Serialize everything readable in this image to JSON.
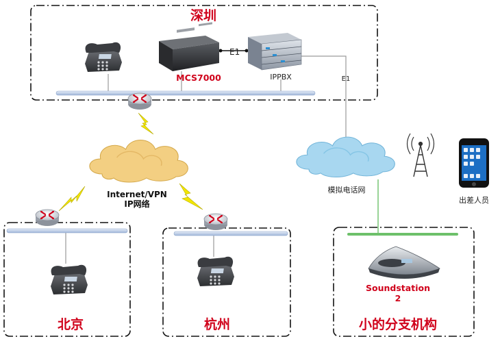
{
  "sites": {
    "shenzhen": {
      "title": "深圳"
    },
    "beijing": {
      "title": "北京"
    },
    "hangzhou": {
      "title": "杭州"
    },
    "branch": {
      "title": "小的分支机构"
    }
  },
  "devices": {
    "mcs": {
      "label": "MCS7000"
    },
    "ippbx": {
      "label": "IPPBX"
    },
    "soundstation": {
      "label_line1": "Soundstation",
      "label_line2": "2"
    }
  },
  "links": {
    "e1_left": "E1",
    "e1_right": "E1"
  },
  "clouds": {
    "internet": {
      "line1": "Internet/VPN",
      "line2": "IP网络"
    },
    "pstn": {
      "label": "模拟电话网"
    }
  },
  "mobile": {
    "label": "出差人员"
  },
  "colors": {
    "title_red": "#d0021b",
    "internet_cloud": "#f3cf82",
    "pstn_cloud": "#a8d7f0",
    "lightning": "#f2e600",
    "bus_blue": "#b5c8e4",
    "bus_green": "#6dc06a"
  }
}
